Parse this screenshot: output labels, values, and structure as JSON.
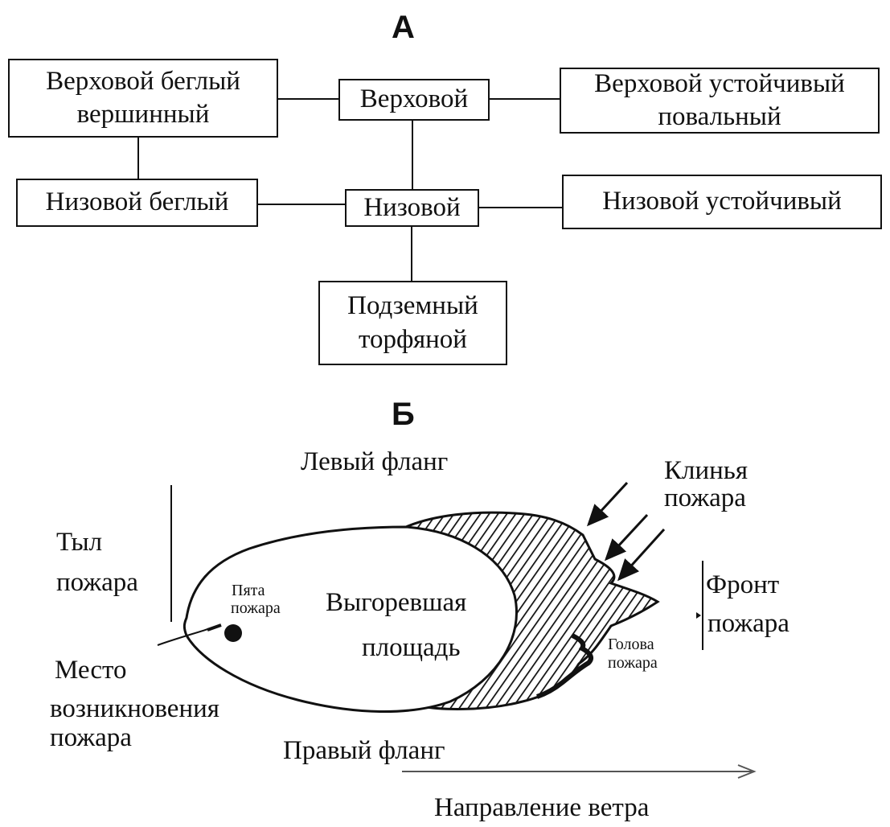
{
  "section_a": {
    "title": "А",
    "boxes": {
      "crown_running": "Верховой беглый вершинный",
      "crown": "Верховой",
      "crown_steady": "Верховой устойчивый повальный",
      "ground_running": "Низовой беглый",
      "ground": "Низовой",
      "ground_steady": "Низовой устойчивый",
      "underground": "Подземный торфяной"
    }
  },
  "section_b": {
    "title": "Б",
    "labels": {
      "left_flank": "Левый фланг",
      "wedges_line1": "Клинья",
      "wedges_line2": "пожара",
      "rear_line1": "Тыл",
      "rear_line2": "пожара",
      "heel_line1": "Пята",
      "heel_line2": "пожара",
      "burned_line1": "Выгоревшая",
      "burned_line2": "площадь",
      "front_line1": "Фронт",
      "front_line2": "пожара",
      "head_line1": "Голова",
      "head_line2": "пожара",
      "origin_line1": "Место",
      "origin_line2": "возникновения",
      "origin_line3": "пожара",
      "right_flank": "Правый  фланг",
      "wind": "Направление ветра"
    }
  }
}
